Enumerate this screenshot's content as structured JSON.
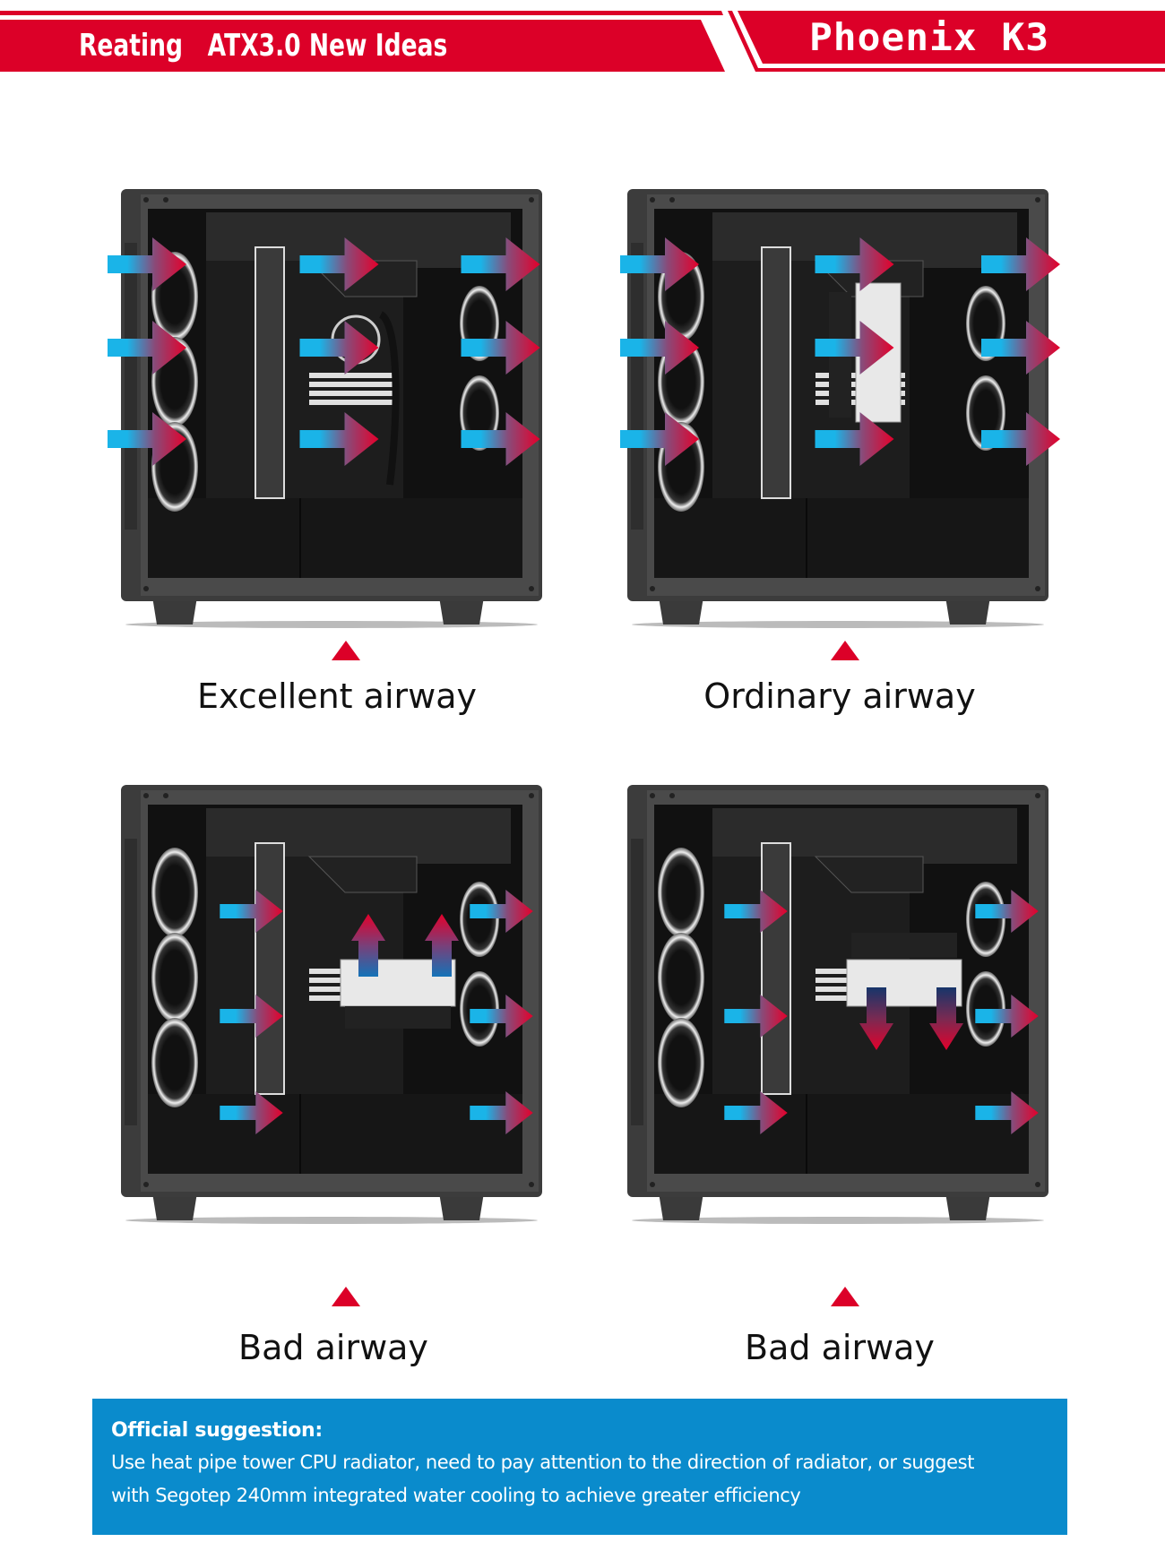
{
  "header": {
    "left_title": "Reating   ATX3.0 New Ideas",
    "right_title": "Phoenix K3",
    "brand_color": "#dc0028"
  },
  "panels": [
    {
      "caption": "Excellent airway",
      "cpu_cooler": "aio-water-pump",
      "airflow": {
        "intake": [
          "right",
          "right",
          "right"
        ],
        "middle": [
          "right",
          "right",
          "right"
        ],
        "exhaust": [
          "right",
          "right",
          "right"
        ],
        "cooler_arrows": []
      }
    },
    {
      "caption": "Ordinary airway",
      "cpu_cooler": "vertical-tower",
      "airflow": {
        "intake": [
          "right",
          "right",
          "right"
        ],
        "middle": [
          "right",
          "right",
          "right"
        ],
        "exhaust": [
          "right",
          "right",
          "right"
        ],
        "cooler_arrows": []
      }
    },
    {
      "caption": "Bad airway",
      "cpu_cooler": "horizontal-tower",
      "airflow": {
        "intake": [],
        "middle": [
          "right",
          "right",
          "right"
        ],
        "exhaust": [
          "right",
          "right",
          "right"
        ],
        "cooler_arrows": [
          "up",
          "up"
        ]
      }
    },
    {
      "caption": "Bad airway",
      "cpu_cooler": "horizontal-tower",
      "airflow": {
        "intake": [],
        "middle": [
          "right",
          "right",
          "right"
        ],
        "exhaust": [
          "right",
          "right",
          "right"
        ],
        "cooler_arrows": [
          "down",
          "down"
        ]
      }
    }
  ],
  "suggestion": {
    "title": "Official suggestion:",
    "line1": "Use heat pipe tower CPU radiator, need to pay attention to the direction of radiator, or suggest",
    "line2": "with Segotep 240mm integrated water cooling to achieve greater efficiency",
    "background_color": "#0a8bcc"
  },
  "colors": {
    "arrow_cool": "#1ab4e8",
    "arrow_hot": "#e4002b",
    "pointer": "#dc0028"
  }
}
